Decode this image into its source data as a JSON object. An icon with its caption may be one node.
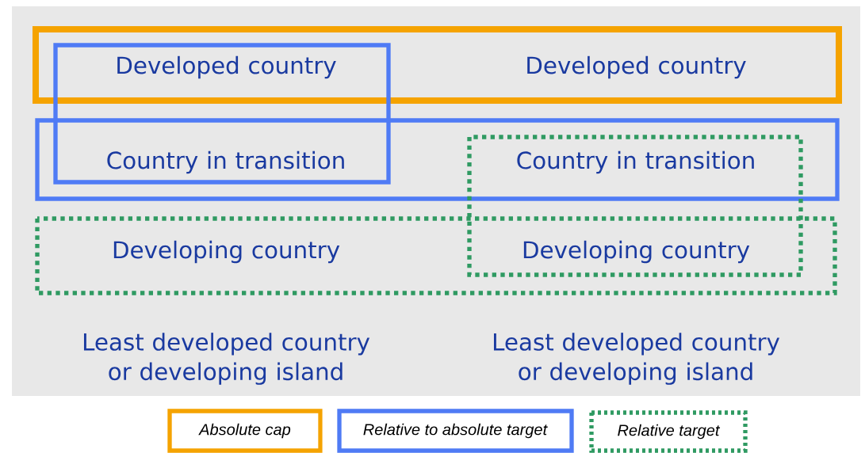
{
  "diagram": {
    "labels": [
      "Developed country",
      "Developed country",
      "Country in transition",
      "Country in transition",
      "Developing country",
      "Developing country",
      "Least developed country or developing island",
      "Least developed country or developing island"
    ],
    "legend": [
      {
        "text": "Absolute cap",
        "color": "#f5a300"
      },
      {
        "text": "Relative to absolute target",
        "color": "#4f7bf5"
      },
      {
        "text": "Relative target",
        "color": "#2f9a62"
      }
    ]
  }
}
